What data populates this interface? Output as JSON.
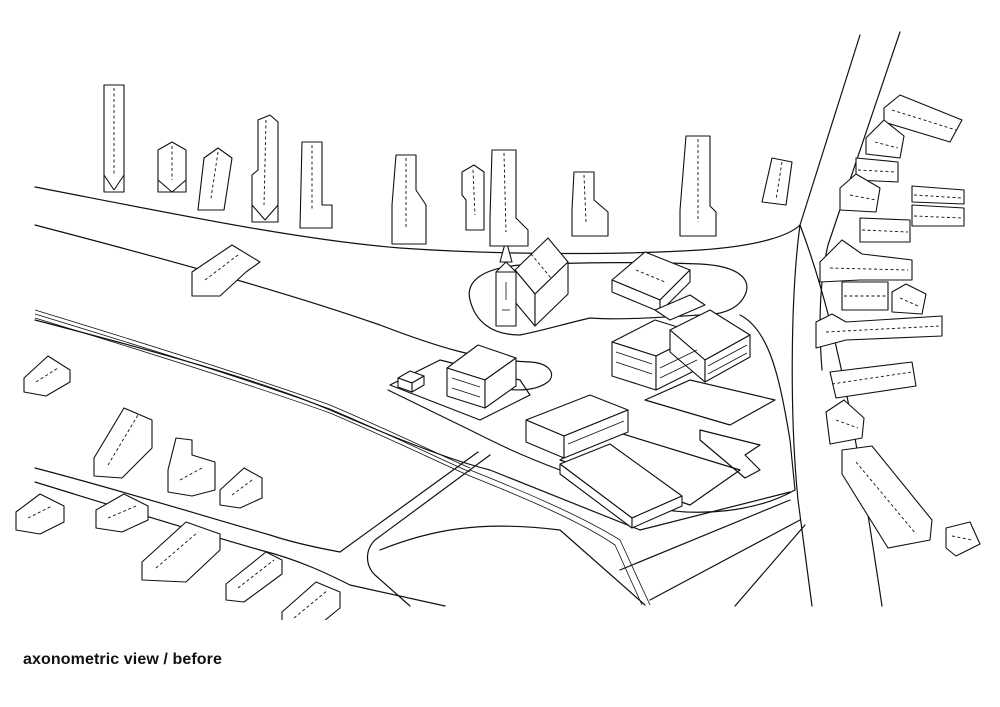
{
  "caption": "axonometric view / before",
  "colors": {
    "line": "#111111",
    "background": "#ffffff"
  },
  "layers": [
    "roads",
    "railway",
    "plaza",
    "church",
    "school",
    "gymnasium",
    "houses"
  ]
}
